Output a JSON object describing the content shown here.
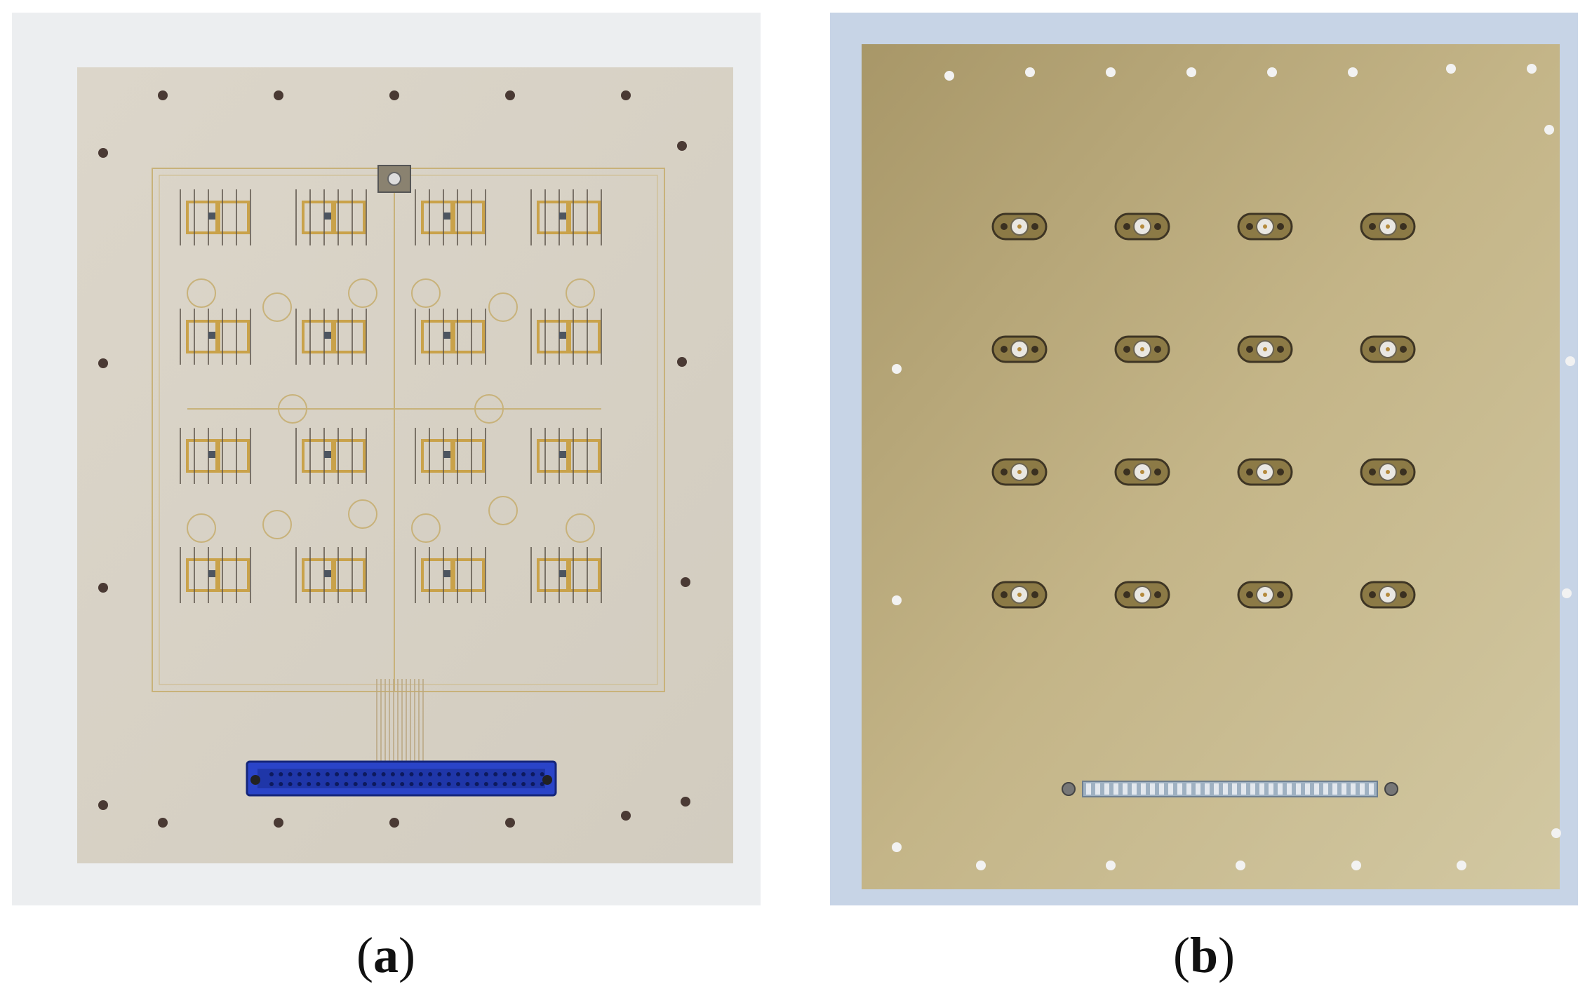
{
  "figure": {
    "panels": [
      {
        "id": "a",
        "label": "a",
        "caption_prefix": "(",
        "caption_suffix": ")"
      },
      {
        "id": "b",
        "label": "b",
        "caption_prefix": "(",
        "caption_suffix": ")"
      }
    ]
  },
  "colors": {
    "board_a": "#d8d2c6",
    "board_b": "#bfae7f",
    "gold_trace": "#c9a24a",
    "connector": "#2a44c8",
    "background_a": "#eceef0",
    "background_b": "#c7d4e6"
  }
}
